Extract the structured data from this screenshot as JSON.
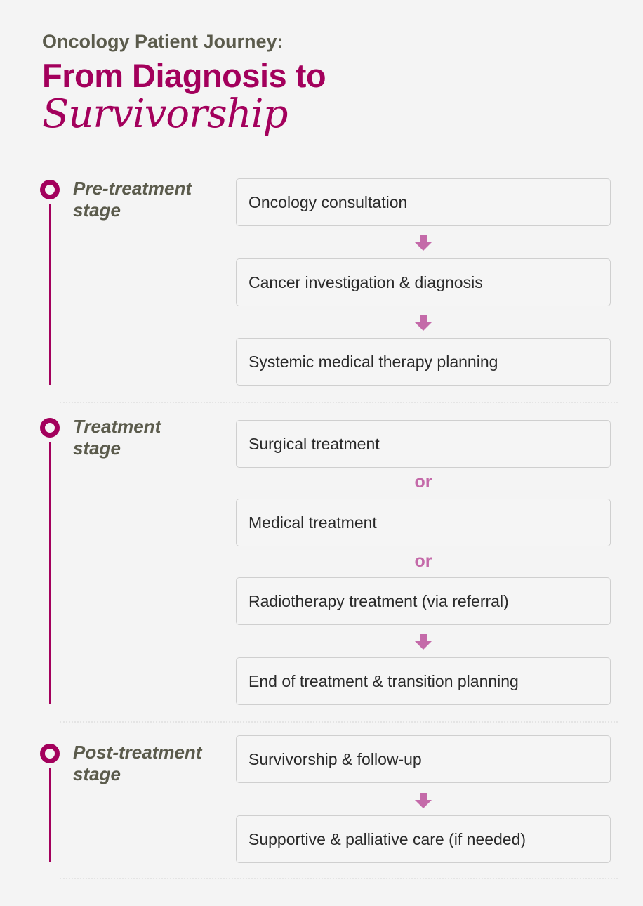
{
  "header": {
    "supertitle": "Oncology Patient Journey:",
    "title_line1": "From Diagnosis to",
    "title_line2": "Survivorship"
  },
  "colors": {
    "accent": "#a3005c",
    "arrow": "#c46aa9",
    "stage_text": "#5b5b4c"
  },
  "stages": [
    {
      "label_line1": "Pre-treatment",
      "label_line2": "stage",
      "steps": [
        "Oncology consultation",
        "Cancer investigation & diagnosis",
        "Systemic medical therapy planning"
      ]
    },
    {
      "label_line1": "Treatment",
      "label_line2": "stage",
      "steps": [
        "Surgical treatment",
        "Medical treatment",
        "Radiotherapy treatment (via referral)",
        "End of treatment & transition planning"
      ]
    },
    {
      "label_line1": "Post-treatment",
      "label_line2": "stage",
      "steps": [
        "Survivorship & follow-up",
        "Supportive & palliative care (if needed)"
      ]
    }
  ],
  "connectors": {
    "or_label": "or"
  }
}
